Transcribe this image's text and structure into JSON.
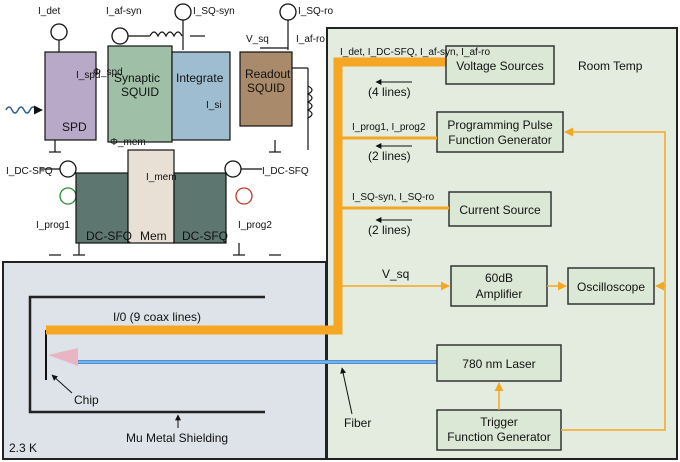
{
  "room": {
    "title": "Room Temp",
    "boxes": {
      "voltage_sources": "Voltage Sources",
      "prog_pulse_l1": "Programming Pulse",
      "prog_pulse_l2": "Function Generator",
      "current_source": "Current Source",
      "amp_l1": "60dB",
      "amp_l2": "Amplifier",
      "oscilloscope": "Oscilloscope",
      "laser": "780 nm Laser",
      "trigger_l1": "Trigger",
      "trigger_l2": "Function Generator"
    },
    "line_counts": {
      "voltage": "(4 lines)",
      "prog": "(2 lines)",
      "current": "(2 lines)"
    },
    "signals": {
      "voltage": "I_det, I_DC-SFQ, I_af-syn, I_af-ro",
      "prog": "I_prog1, I_prog2",
      "current": "I_SQ-syn, I_SQ-ro",
      "vsq": "V_sq"
    },
    "fiber_label": "Fiber"
  },
  "cryo": {
    "temp": "2.3 K",
    "io_label": "I/0 (9 coax lines)",
    "chip_label": "Chip",
    "shield_label": "Mu Metal Shielding"
  },
  "circuit": {
    "spd": "SPD",
    "syn_l1": "Synaptic",
    "syn_l2": "SQUID",
    "integrate": "Integrate",
    "ro_l1": "Readout",
    "ro_l2": "SQUID",
    "mem": "Mem",
    "dcsfq_left": "DC-SFQ",
    "dcsfq_right": "DC-SFQ",
    "i_det": "I_det",
    "i_afsyn": "I_af-syn",
    "i_sqsyn": "I_SQ-syn",
    "i_sqro": "I_SQ-ro",
    "v_sq": "V_sq",
    "i_afro": "I_af-ro",
    "i_spd": "I_spd",
    "phi_spd": "Φ_spd",
    "i_si": "I_si",
    "phi_mem": "Φ_mem",
    "i_mem": "I_mem",
    "i_dcsfq_left": "I_DC-SFQ",
    "i_dcsfq_right": "I_DC-SFQ",
    "i_prog1": "I_prog1",
    "i_prog2": "I_prog2"
  },
  "colors": {
    "room_bg": "#e3ecdf",
    "cryo_bg": "#dde3e8",
    "box_bg": "#dce8d6",
    "coax": "#f5a623",
    "fiber": "#4a90d9",
    "spd_block": "#b9a9c9",
    "syn_block": "#9fc0a6",
    "integ_block": "#9fbdd0",
    "ro_block": "#a98a6a",
    "mem_block": "#e8e0d5",
    "dcsfq_block": "#5e7670",
    "prog1": "#2e8b3a",
    "prog2": "#c0392b"
  }
}
